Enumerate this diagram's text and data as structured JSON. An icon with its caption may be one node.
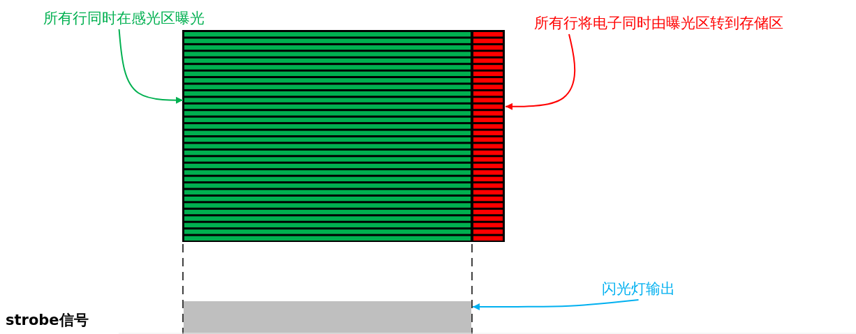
{
  "diagram": {
    "nodes": [
      {
        "text": [
          "所有行同时在感光区曝光"
        ]
      },
      {
        "text": [],
        "shape": "box"
      },
      {
        "text": [
          "所有行将电子同时由曝光区转到存储区"
        ]
      },
      {
        "text": [],
        "shape": "box"
      },
      {
        "text": [
          "闪光灯输出"
        ]
      },
      {
        "text": [],
        "shape": "bar"
      }
    ],
    "edges": [
      {
        "from": 0,
        "to": 1,
        "arrow": "to",
        "color": "#00b050"
      },
      {
        "from": 2,
        "to": 3,
        "arrow": "to",
        "color": "#ff0000"
      },
      {
        "from": 4,
        "to": 5,
        "arrow": "to",
        "color": "#00b0f0"
      }
    ],
    "labels": [
      "strobe信号"
    ]
  }
}
